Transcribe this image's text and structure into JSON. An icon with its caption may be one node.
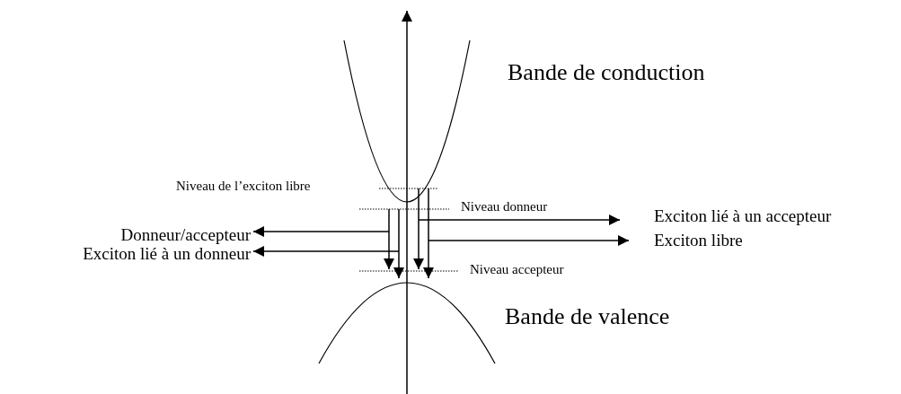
{
  "diagram": {
    "nodes": [
      {
        "text": [
          "Donneur/accepteur"
        ]
      },
      {
        "text": [
          "Exciton lié à un donneur"
        ]
      },
      {
        "text": [
          "Exciton lié à un accepteur"
        ]
      },
      {
        "text": [
          "Exciton libre"
        ]
      }
    ],
    "edges": [
      {
        "from": null,
        "to": 0,
        "arrow": "to"
      },
      {
        "from": null,
        "to": 1,
        "arrow": "to"
      },
      {
        "from": null,
        "to": 2,
        "arrow": "to"
      },
      {
        "from": null,
        "to": 3,
        "arrow": "to"
      }
    ],
    "labels": [
      "Bande de conduction",
      "Niveau de l’exciton libre",
      "Niveau donneur",
      "Niveau accepteur",
      "Bande de valence"
    ]
  }
}
